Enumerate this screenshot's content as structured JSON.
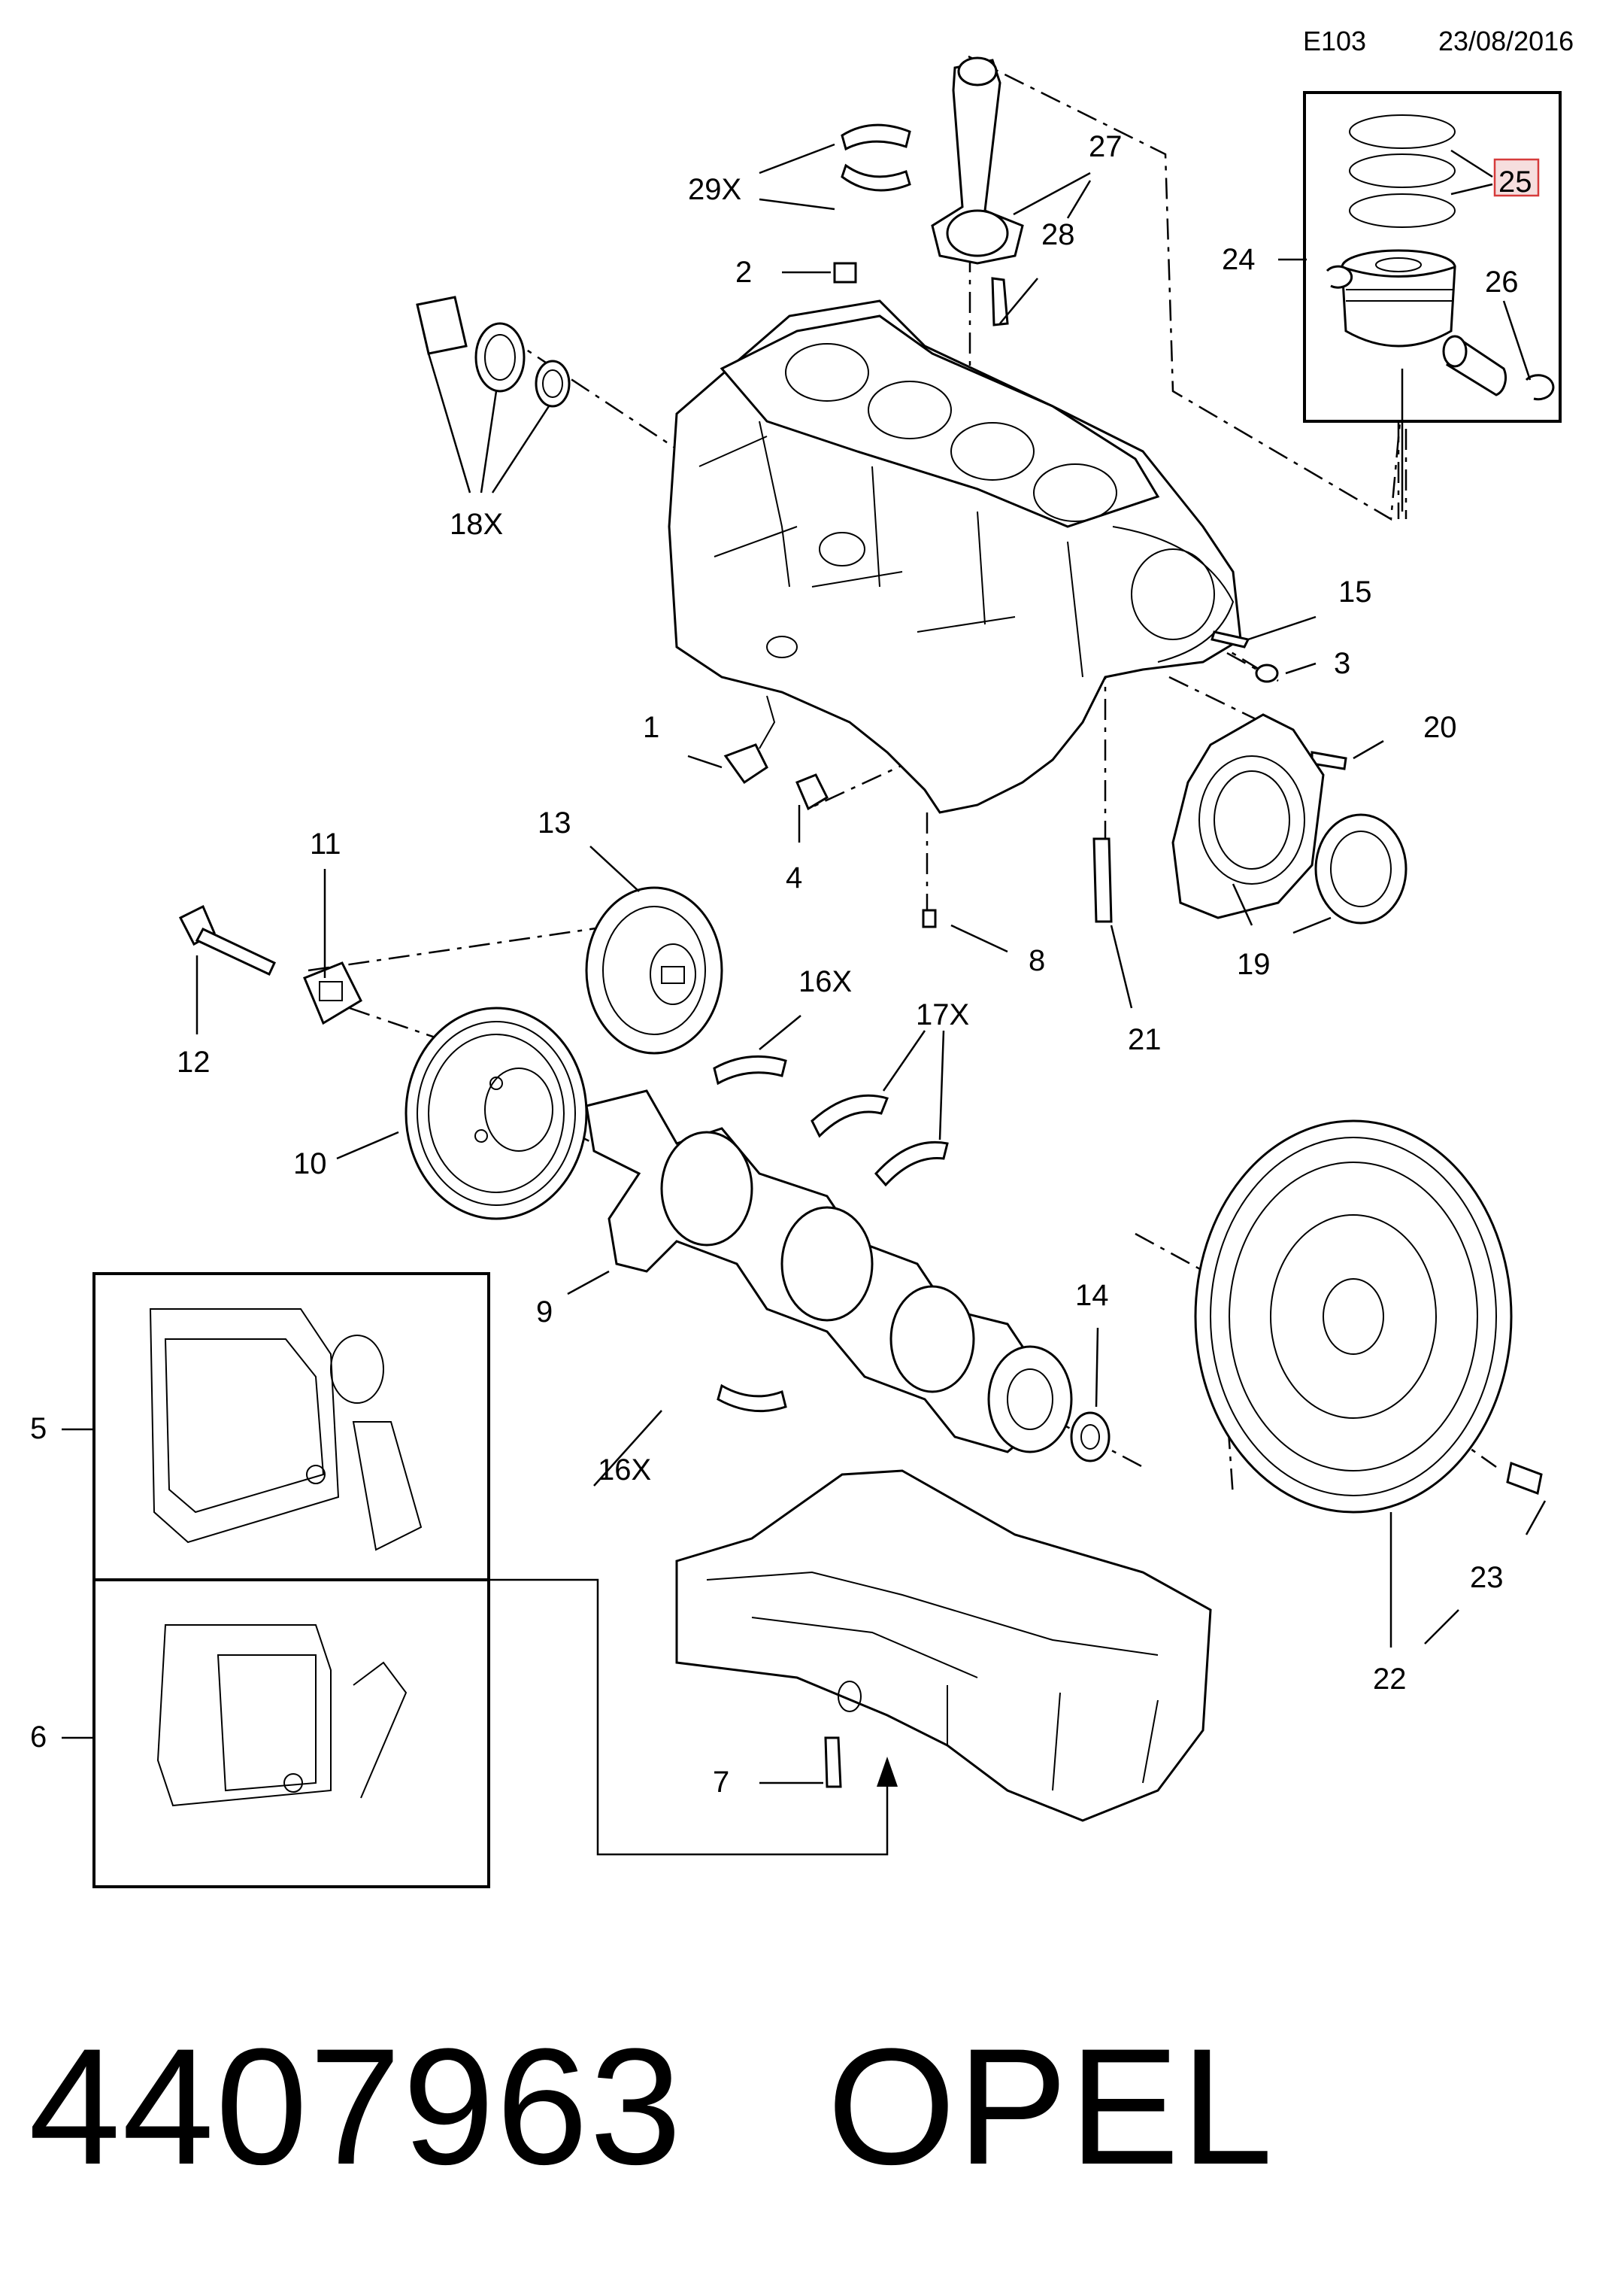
{
  "header": {
    "code": "E103",
    "date": "23/08/2016"
  },
  "footer": {
    "part_number": "4407963",
    "brand": "OPEL"
  },
  "callouts": {
    "c1": "1",
    "c2": "2",
    "c3": "3",
    "c4": "4",
    "c5": "5",
    "c6": "6",
    "c7": "7",
    "c8": "8",
    "c9": "9",
    "c10": "10",
    "c11": "11",
    "c12": "12",
    "c13": "13",
    "c14": "14",
    "c15": "15",
    "c16a": "16X",
    "c16b": "16X",
    "c17": "17X",
    "c18": "18X",
    "c19": "19",
    "c20": "20",
    "c21": "21",
    "c22": "22",
    "c23": "23",
    "c24": "24",
    "c25": "25",
    "c26": "26",
    "c27": "27",
    "c28": "28",
    "c29": "29X"
  },
  "highlight_color": "#d63b3b"
}
